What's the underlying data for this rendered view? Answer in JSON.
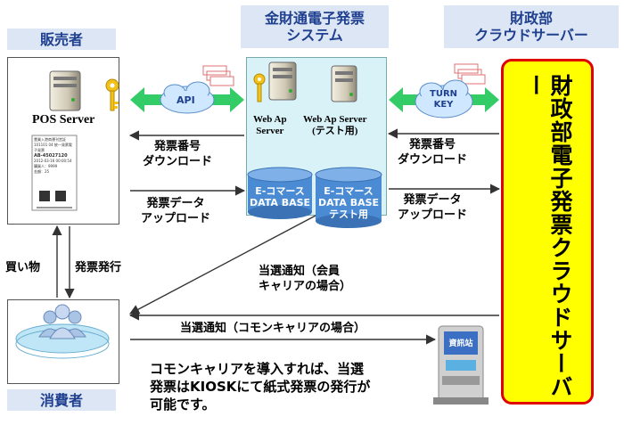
{
  "headers": {
    "seller": "販売者",
    "system_line1": "金財通電子発票",
    "system_line2": "システム",
    "mof_line1": "財政部",
    "mof_line2": "クラウドサーバー",
    "consumer": "消費者"
  },
  "pos": {
    "server_label": "POS Server",
    "receipt_lines": [
      "豊業入港商運刊営証",
      "101101 04 統一発票電子発票",
      "AB-45027120",
      "2012-03-16  00:00:54",
      "購買人：9999",
      "金額：25"
    ]
  },
  "system": {
    "server1_line1": "Web Ap",
    "server1_line2": "Server",
    "server2_line1": "Web Ap Server",
    "server2_line2": "(テスト用)",
    "db1_line1": "E-コマース",
    "db1_line2": "DATA BASE",
    "db2_line1": "E-コマース",
    "db2_line2": "DATA BASE",
    "db2_line3": "テスト用"
  },
  "clouds": {
    "api": "API",
    "turnkey_line1": "TURN",
    "turnkey_line2": "KEY"
  },
  "mof_server": {
    "text": "財政部電子発票クラウドサーバー"
  },
  "labels": {
    "left_download_line1": "発票番号",
    "left_download_line2": "ダウンロード",
    "left_upload_line1": "発票データ",
    "left_upload_line2": "アップロード",
    "right_download_line1": "発票番号",
    "right_download_line2": "ダウンロード",
    "right_upload_line1": "発票データ",
    "right_upload_line2": "アップロード",
    "purchase": "買い物",
    "issue": "発票発行",
    "win_member_line1": "当選通知（会員",
    "win_member_line2": "キャリアの場合）",
    "win_common": "当選通知（コモンキャリアの場合）"
  },
  "kiosk": {
    "screen_text": "資訊站"
  },
  "note": {
    "line1": "コモンキャリアを導入すれば、当選",
    "line2": "発票はKIOSKにて紙式発票の発行が",
    "line3": "可能です。"
  },
  "colors": {
    "header_bg": "#dce6f4",
    "header_text": "#1f3f8f",
    "system_bg": "#d9f2f8",
    "mof_bg": "#ffff00",
    "mof_border": "#e00000",
    "db_fill": "#4b8bd4",
    "cloud_fill": "#cfe8ff",
    "double_arrow": "#33cc66"
  }
}
